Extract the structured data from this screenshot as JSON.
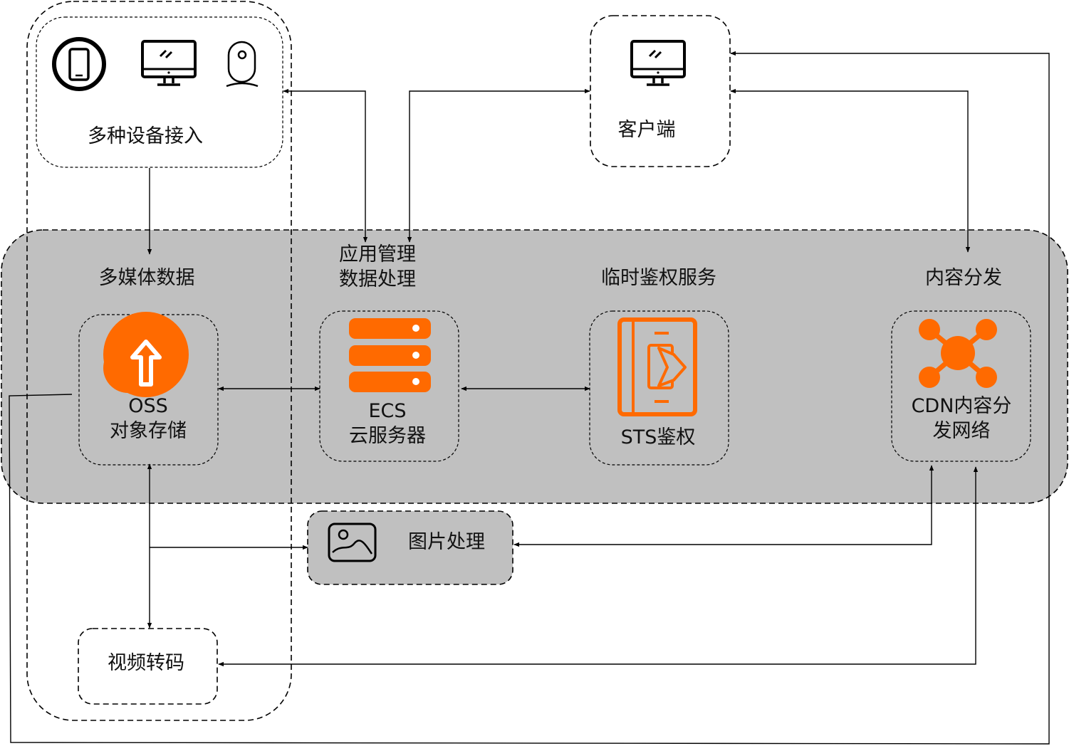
{
  "colors": {
    "accent": "#ff6a00",
    "band": "#c0c0c0",
    "stroke": "#000000"
  },
  "devices": {
    "label": "多种设备接入",
    "icons": [
      "phone-icon",
      "monitor-icon",
      "camera-icon"
    ]
  },
  "client": {
    "label": "客户端",
    "icon": "monitor-icon"
  },
  "sections": {
    "multimedia": "多媒体数据",
    "app_line1": "应用管理",
    "app_line2": "数据处理",
    "sts_service": "临时鉴权服务",
    "distribution": "内容分发"
  },
  "nodes": {
    "oss": {
      "line1": "OSS",
      "line2": "对象存储",
      "icon": "oss-cloud-icon"
    },
    "ecs": {
      "line1": "ECS",
      "line2": "云服务器",
      "icon": "server-icon"
    },
    "sts": {
      "line1": "STS鉴权",
      "icon": "sts-auth-icon"
    },
    "cdn": {
      "line1": "CDN内容分",
      "line2": "发网络",
      "icon": "cdn-network-icon"
    }
  },
  "image_processing": {
    "label": "图片处理",
    "icon": "image-icon"
  },
  "video_transcoding": {
    "label": "视频转码"
  }
}
